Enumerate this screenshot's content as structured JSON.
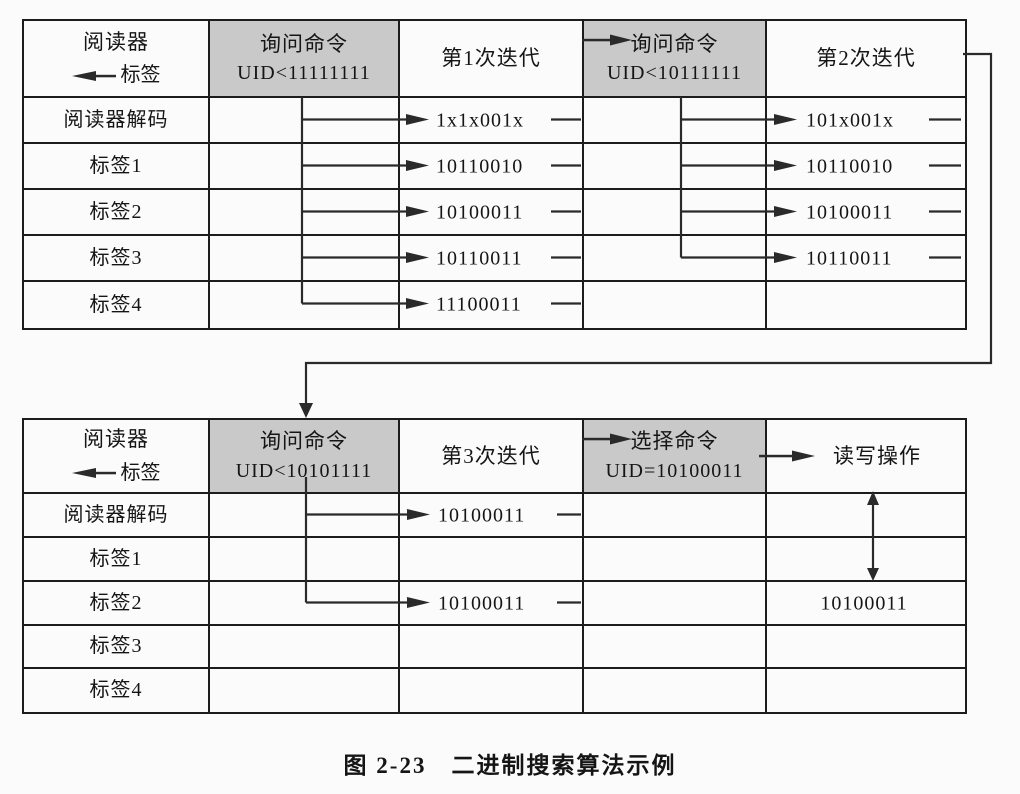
{
  "caption": "图 2-23　二进制搜索算法示例",
  "colors": {
    "header_fill": "#c9c9c9",
    "line": "#2a2a2a",
    "background": "#fbfbfb"
  },
  "top_table": {
    "corner": {
      "line1": "阅读器",
      "line2": "标签",
      "arrow": "left-arrow-icon"
    },
    "columns": [
      {
        "line1": "询问命令",
        "line2": "UID<11111111",
        "shaded": true,
        "arrow_in": false
      },
      {
        "line1": "第1次迭代",
        "shaded": false
      },
      {
        "line1": "询问命令",
        "line2": "UID<10111111",
        "shaded": true,
        "arrow_in": true
      },
      {
        "line1": "第2次迭代",
        "shaded": false
      }
    ],
    "row_labels": [
      "阅读器解码",
      "标签1",
      "标签2",
      "标签3",
      "标签4"
    ],
    "iter1_values": [
      "1x1x001x",
      "10110010",
      "10100011",
      "10110011",
      "11100011"
    ],
    "iter2_values": [
      "101x001x",
      "10110010",
      "10100011",
      "10110011",
      ""
    ]
  },
  "bottom_table": {
    "corner": {
      "line1": "阅读器",
      "line2": "标签",
      "arrow": "left-arrow-icon"
    },
    "columns": [
      {
        "line1": "询问命令",
        "line2": "UID<10101111",
        "shaded": true,
        "arrow_in": false
      },
      {
        "line1": "第3次迭代",
        "shaded": false
      },
      {
        "line1": "选择命令",
        "line2": "UID=10100011",
        "shaded": true,
        "arrow_in": true
      },
      {
        "line1": "读写操作",
        "shaded": false,
        "arrow_in": true
      }
    ],
    "row_labels": [
      "阅读器解码",
      "标签1",
      "标签2",
      "标签3",
      "标签4"
    ],
    "iter3_values": [
      "10100011",
      "",
      "10100011",
      "",
      ""
    ],
    "readwrite_value": {
      "row": "标签2",
      "value": "10100011"
    }
  }
}
